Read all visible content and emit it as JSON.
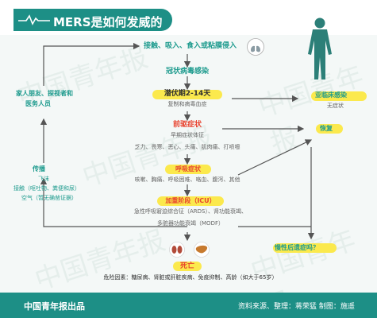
{
  "header": {
    "title": "MERS是如何发威的"
  },
  "flow": {
    "infection": "接触、吸入、食入或粘膜侵入",
    "virus": "冠状病毒感染",
    "incubation": "潜伏期2-14天",
    "incubation_sub": "复制和病毒血症",
    "prodrome": "前驱症状",
    "prodrome_sub": "早期症状体征",
    "prodrome_symptoms": "乏力、畏寒、恶心、头痛、肌肉痛、打喷嚏",
    "respiratory": "呼吸症状",
    "respiratory_symptoms": "咳嗽、胸痛、呼吸困难、咯血、腹泻、其他",
    "severe": "加重阶段（ICU）",
    "severe_sub1": "急性呼吸窘迫综合征（ARDS）、肾功能衰竭、",
    "severe_sub2": "多脏器功能衰竭（MODF）",
    "death": "死亡",
    "risk": "危险因素：糖尿病、肾脏或肝脏疾病、免疫抑制、高龄（如大于65岁）"
  },
  "left": {
    "contacts1": "家人朋友、探视者和",
    "contacts2": "医务人员",
    "spread": "传播",
    "spread_sub1": "飞沫",
    "spread_sub2": "接触（呕吐物、粪便和尿）",
    "spread_sub3": "空气（暂无确凿证据）"
  },
  "right": {
    "subclinical": "亚临床感染",
    "asymptomatic": "无症状",
    "recovery": "恢复",
    "sequelae": "慢性后遗症吗？"
  },
  "watermark": "中国青年报",
  "footer": {
    "left": "中国青年报出品",
    "right": "资料来源、整理：蒋荣猛  制图：施遥"
  },
  "colors": {
    "teal": "#1d8f86",
    "accent": "#e8432f",
    "highlight": "#fbe94d"
  }
}
